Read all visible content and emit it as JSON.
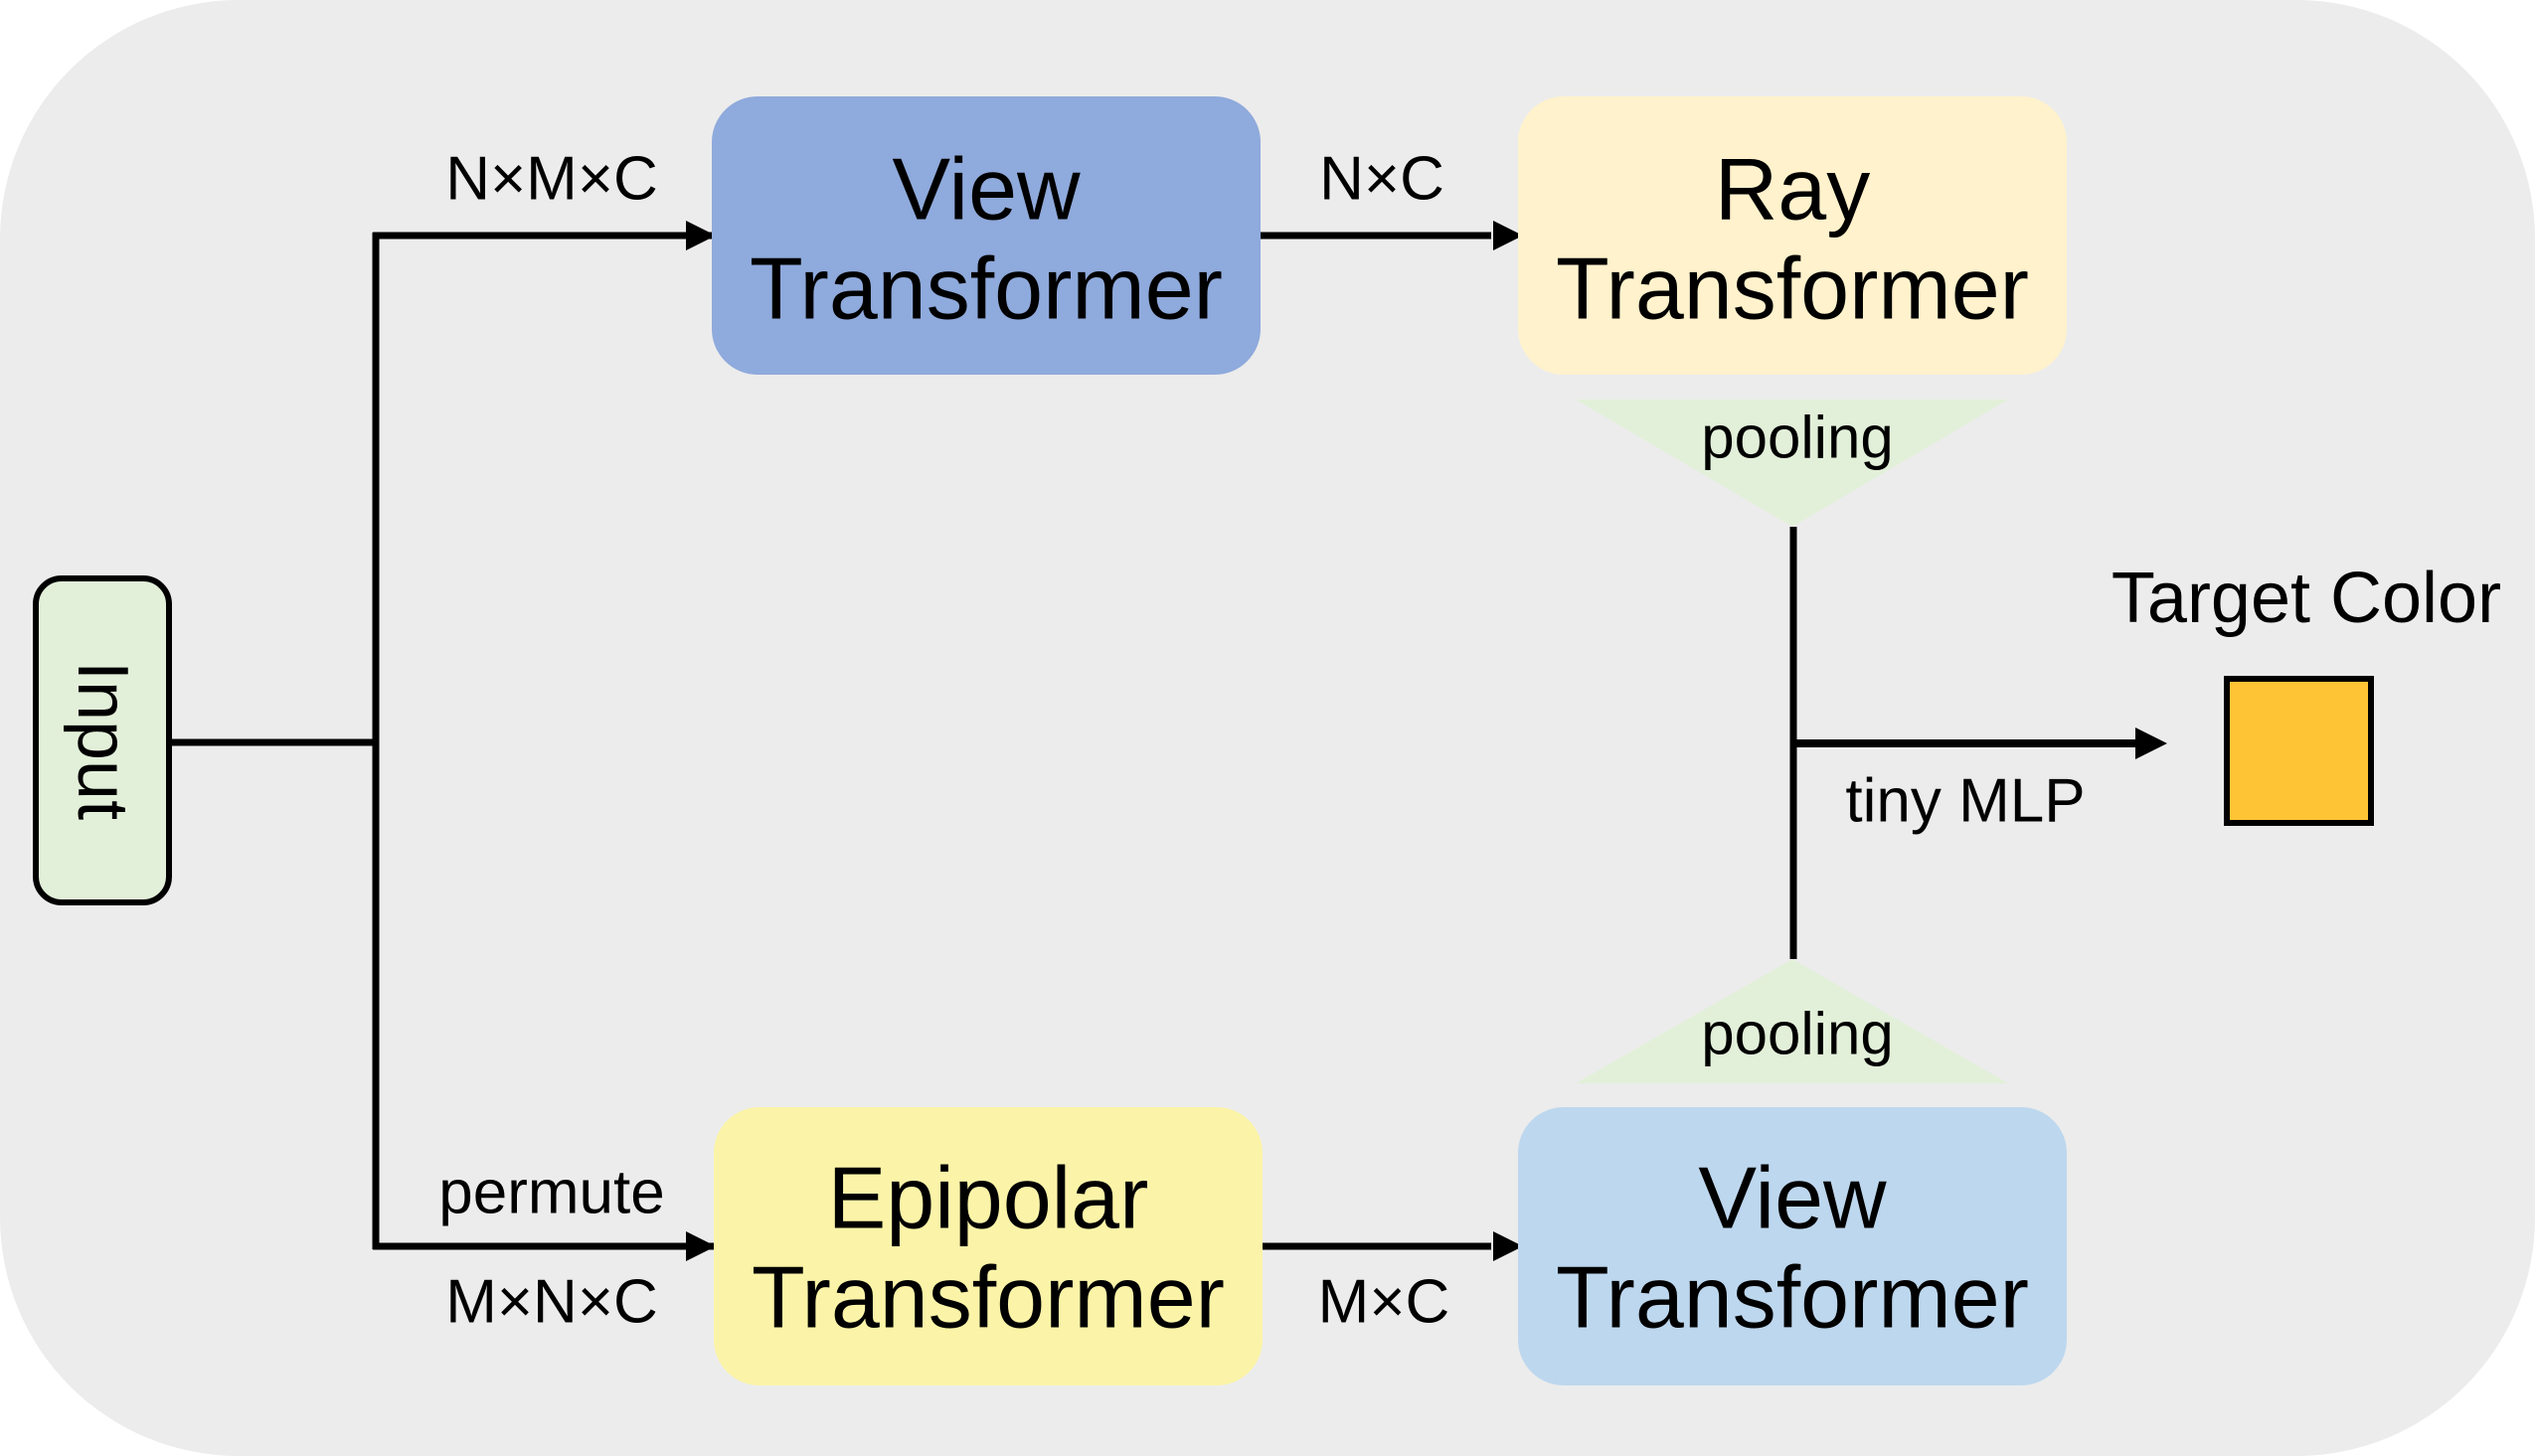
{
  "colors": {
    "background": "#ececec",
    "view_transformer_top": "#8faadc",
    "ray_transformer": "#fff2cc",
    "epipolar_transformer": "#fbf4a8",
    "view_transformer_bottom": "#bdd7ee",
    "input_box": "#e2f0d9",
    "pooling": "#e2f0d9",
    "target_swatch": "#ffc436",
    "lines": "#000000"
  },
  "input": {
    "label": "Input"
  },
  "top_branch": {
    "edge_label": "N×M×C",
    "view_transformer": {
      "line1": "View",
      "line2": "Transformer"
    },
    "mid_edge_label": "N×C",
    "ray_transformer": {
      "line1": "Ray",
      "line2": "Transformer"
    },
    "pooling_label": "pooling"
  },
  "bottom_branch": {
    "permute_label": "permute",
    "edge_label": "M×N×C",
    "epipolar_transformer": {
      "line1": "Epipolar",
      "line2": "Transformer"
    },
    "mid_edge_label": "M×C",
    "view_transformer": {
      "line1": "View",
      "line2": "Transformer"
    },
    "pooling_label": "pooling"
  },
  "output": {
    "mlp_label": "tiny MLP",
    "target_label": "Target Color"
  }
}
